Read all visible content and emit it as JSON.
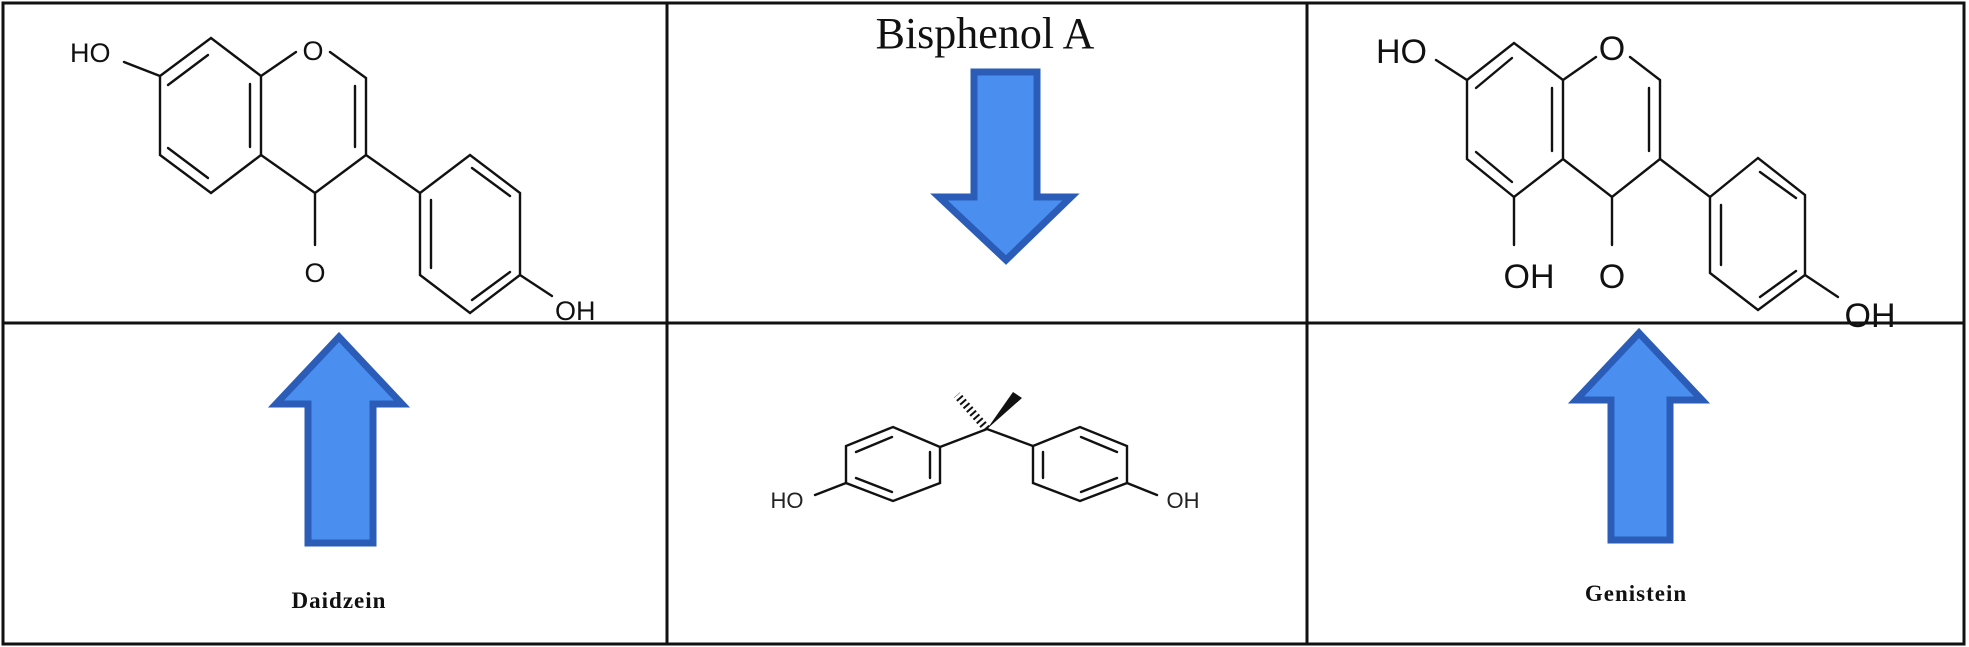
{
  "title": "Bisphenol A",
  "compounds": {
    "daidzein": {
      "name": "Daidzein",
      "atoms": {
        "ho": "HO",
        "o_ring": "O",
        "o_carbonyl": "O",
        "oh": "OH"
      }
    },
    "genistein": {
      "name": "Genistein",
      "atoms": {
        "ho": "HO",
        "o_ring": "O",
        "o_carbonyl": "O",
        "oh5": "OH",
        "oh": "OH"
      }
    },
    "bisphenol_a": {
      "atoms": {
        "ho": "HO",
        "oh": "OH"
      }
    }
  },
  "arrows": [
    {
      "id": "bpa",
      "direction": "down"
    },
    {
      "id": "daidzein",
      "direction": "up"
    },
    {
      "id": "genistein",
      "direction": "up"
    }
  ],
  "colors": {
    "arrow_fill": "#4a8ff0",
    "arrow_stroke": "#2a5cb8"
  }
}
